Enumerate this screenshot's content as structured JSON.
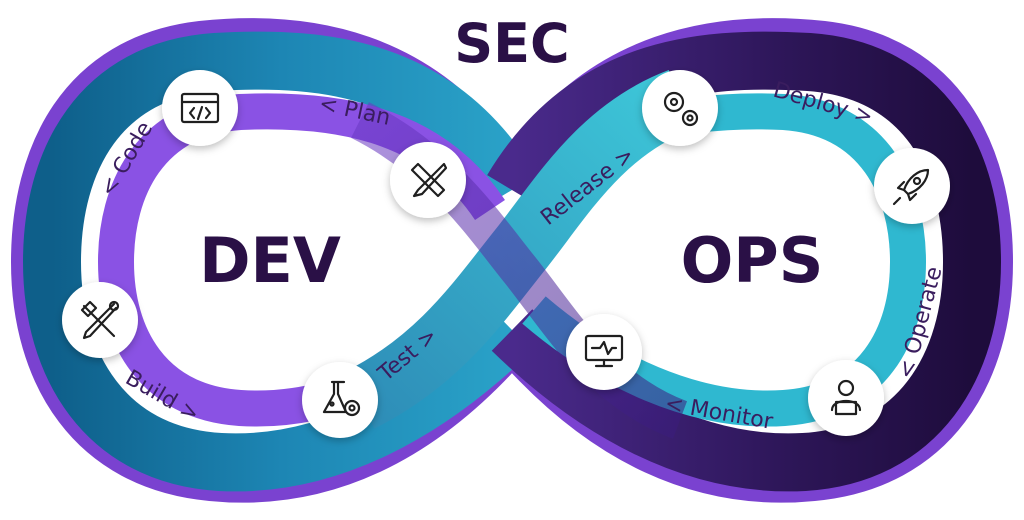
{
  "title": "SEC",
  "left_label": "DEV",
  "right_label": "OPS",
  "stages": [
    {
      "label": "< Plan",
      "icon": "ruler-pencil-icon"
    },
    {
      "label": "< Code",
      "icon": "code-window-icon"
    },
    {
      "label": "Build >",
      "icon": "tools-icon"
    },
    {
      "label": "Test >",
      "icon": "flask-gear-icon"
    },
    {
      "label": "Release >",
      "icon": "gears-icon"
    },
    {
      "label": "Deploy >",
      "icon": "rocket-icon"
    },
    {
      "label": "< Operate",
      "icon": "operator-icon"
    },
    {
      "label": "< Monitor",
      "icon": "monitor-icon"
    }
  ],
  "colors": {
    "outer_purple": "#6a32b8",
    "dark_purple": "#2a1046",
    "teal": "#1fa6c4",
    "light_teal": "#3ec5d6",
    "violet": "#8a4fe0"
  }
}
